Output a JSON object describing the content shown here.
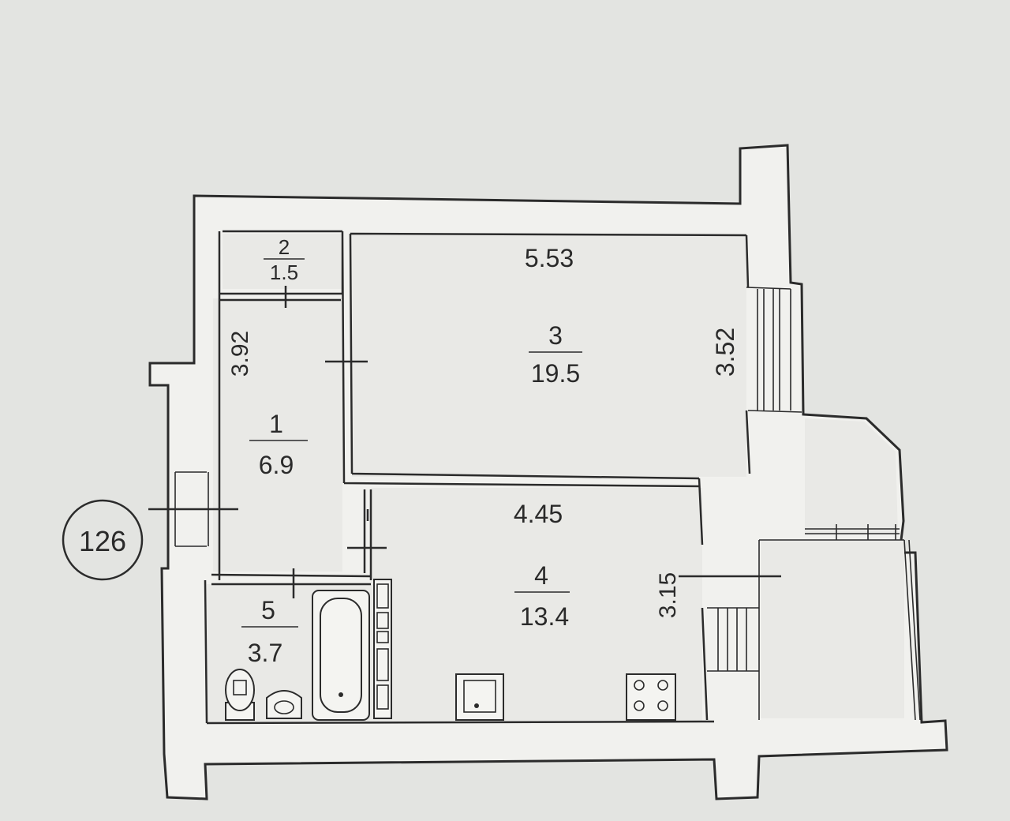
{
  "apartment_number": "126",
  "rooms": [
    {
      "id": "1",
      "number": "1",
      "area": "6.9"
    },
    {
      "id": "2",
      "number": "2",
      "area": "1.5"
    },
    {
      "id": "3",
      "number": "3",
      "area": "19.5"
    },
    {
      "id": "4",
      "number": "4",
      "area": "13.4"
    },
    {
      "id": "5",
      "number": "5",
      "area": "3.7"
    }
  ],
  "dimensions": {
    "room3_width": "5.53",
    "room3_depth": "3.52",
    "room1_length": "3.92",
    "room4_width": "4.45",
    "room4_depth": "3.15"
  },
  "colors": {
    "paper": "#e3e4e1",
    "ink": "#2b2b2b"
  }
}
